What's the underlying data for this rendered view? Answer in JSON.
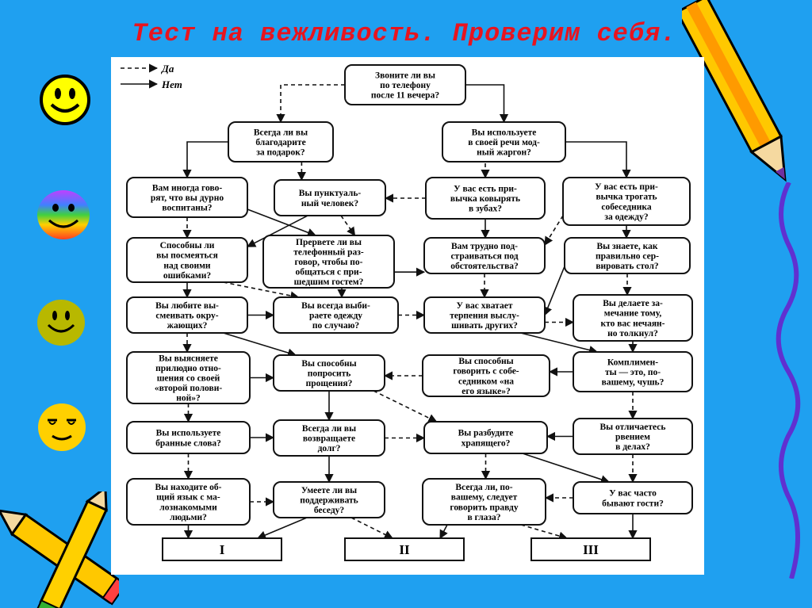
{
  "title": "Тест на вежливость. Проверим себя.",
  "legend": {
    "yes": "Да",
    "no": "Нет"
  },
  "questions": {
    "q_phone": [
      "Звоните ли вы",
      "по телефону",
      "после 11 вечера?"
    ],
    "q_thanks": [
      "Всегда ли вы",
      "благодарите",
      "за подарок?"
    ],
    "q_jargon": [
      "Вы используете",
      "в своей речи мод-",
      "ный жаргон?"
    ],
    "q_rude": [
      "Вам иногда гово-",
      "рят, что вы дурно",
      "воспитаны?"
    ],
    "q_punctual": [
      "Вы пунктуаль-",
      "ный человек?"
    ],
    "q_teeth": [
      "У вас есть при-",
      "вычка ковырять",
      "в зубах?"
    ],
    "q_touch": [
      "У вас есть при-",
      "вычка трогать",
      "собеседника",
      "за одежду?"
    ],
    "q_mistakes": [
      "Способны ли",
      "вы посмеяться",
      "над своими",
      "ошибками?"
    ],
    "q_interrupt": [
      "Прервете ли вы",
      "телефонный раз-",
      "говор, чтобы по-",
      "общаться с при-",
      "шедшим гостем?"
    ],
    "q_adapt": [
      "Вам трудно под-",
      "страиваться под",
      "обстоятельства?"
    ],
    "q_table": [
      "Вы знаете, как",
      "правильно сер-",
      "вировать стол?"
    ],
    "q_mock": [
      "Вы любите вы-",
      "смеивать окру-",
      "жающих?"
    ],
    "q_clothes": [
      "Вы всегда выби-",
      "раете одежду",
      "по случаю?"
    ],
    "q_patience": [
      "У вас хватает",
      "терпения выслу-",
      "шивать других?"
    ],
    "q_remark": [
      "Вы делаете за-",
      "мечание тому,",
      "кто вас нечаян-",
      "но толкнул?"
    ],
    "q_relations": [
      "Вы выясняете",
      "прилюдно отно-",
      "шения со своей",
      "«второй полови-",
      "ной»?"
    ],
    "q_apologize": [
      "Вы способны",
      "попросить",
      "прощения?"
    ],
    "q_language": [
      "Вы способны",
      "говорить с собе-",
      "седником «на",
      "его языке»?"
    ],
    "q_compliments": [
      "Комплимен-",
      "ты — это, по-",
      "вашему, чушь?"
    ],
    "q_swear": [
      "Вы используете",
      "бранные слова?"
    ],
    "q_debt": [
      "Всегда ли вы",
      "возвращаете",
      "долг?"
    ],
    "q_snorer": [
      "Вы разбудите",
      "храпящего?"
    ],
    "q_zeal": [
      "Вы отличаетесь",
      "рвением",
      "в делах?"
    ],
    "q_common": [
      "Вы находите об-",
      "щий язык с ма-",
      "лознакомыми",
      "людьми?"
    ],
    "q_conversation": [
      "Умеете ли вы",
      "поддерживать",
      "беседу?"
    ],
    "q_truth": [
      "Всегда ли, по-",
      "вашему, следует",
      "говорить правду",
      "в глаза?"
    ],
    "q_guests": [
      "У вас часто",
      "бывают гости?"
    ]
  },
  "results": {
    "r1": "I",
    "r2": "II",
    "r3": "III"
  }
}
